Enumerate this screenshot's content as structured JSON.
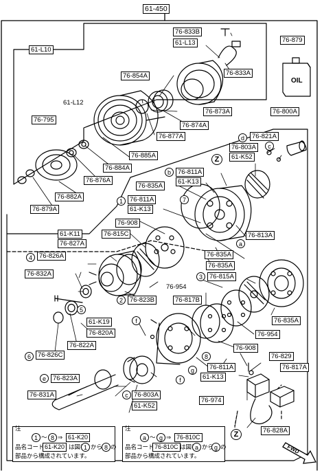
{
  "labels": {
    "top": "61-450",
    "assy_clutch": "61-L10",
    "coil": "61-L13",
    "screw": "76-833B",
    "lead": "76-833A",
    "oil": "76-879",
    "oil_can": "OIL",
    "bearing_snap": "76-854A",
    "pulley": "61-L12",
    "coil_ring": "76-873A",
    "bearing_ring": "76-874A",
    "shim": "76-877A",
    "comp_set": "76-800A",
    "hub": "76-795",
    "shim2": "76-885A",
    "washer": "76-884A",
    "spacer": "76-876A",
    "nut": "76-882A",
    "shim3": "76-879A",
    "valve_d": "76-821A",
    "valve_z": "76-803A",
    "gasket_set": "61-K52",
    "oring_b": "76-811A",
    "k13_b": "61-K13",
    "gasket1": "76-835A",
    "oring_1": "76-811A",
    "k13_1": "61-K13",
    "plate": "76-908",
    "front_gasket": "76-815C",
    "k11": "61-K11",
    "front_head": "76-827A",
    "rear_housing": "76-813A",
    "oring_a": "76-835A",
    "seal_4": "76-826A",
    "bolt": "76-832A",
    "gasket3": "76-835A",
    "rear_gasket": "76-815A",
    "plate2": "76-954",
    "valve_2": "76-823B",
    "k19": "61-K19",
    "seal_5": "76-820A",
    "valve_3": "76-817B",
    "oring_side": "76-835A",
    "seal_plate": "76-822A",
    "plate3": "76-954",
    "felt": "76-826C",
    "plate4": "76-908",
    "oring_8": "76-811A",
    "k13_8": "61-K13",
    "bolt2": "76-829",
    "valve_assy": "76-817A",
    "shaft_e": "76-823A",
    "shaft": "76-831A",
    "valve_c": "76-803A",
    "k52_c": "61-K52",
    "switch": "76-974",
    "harness": "76-828A"
  },
  "circles": {
    "d": "d",
    "c": "c",
    "z": "Z",
    "b": "b",
    "n7": "7",
    "n1": "1",
    "a": "a",
    "n4": "4",
    "n3": "3",
    "n2": "2",
    "n5": "5",
    "n6": "6",
    "f1": "f",
    "f2": "f",
    "g": "g",
    "n8": "8",
    "e": "e",
    "c2": "c",
    "z2": "Z"
  },
  "notes": {
    "left_head": "注",
    "left_range_a": "1",
    "left_tilde": "～",
    "left_range_b": "8",
    "left_arrow": "⇒",
    "left_code": "61-K20",
    "left_line1_prefix": "品名コード",
    "left_line1_code": "61-K20",
    "left_line1_suffix": "は図番",
    "left_line1_a": "1",
    "left_line1_mid": "から",
    "left_line1_b": "8",
    "left_line1_end": "の",
    "left_line2": "部品から構成されています。",
    "right_head": "注",
    "right_range_a": "a",
    "right_tilde": "～",
    "right_range_b": "g",
    "right_arrow": "⇒",
    "right_code": "76-810C",
    "right_line1_prefix": "品名コード",
    "right_line1_code": "76-810C",
    "right_line1_suffix": "は図番",
    "right_line1_a": "a",
    "right_line1_mid": "から",
    "right_line1_b": "g",
    "right_line1_end": "の",
    "right_line2": "部品から構成されています。",
    "fwd": "FWD"
  }
}
